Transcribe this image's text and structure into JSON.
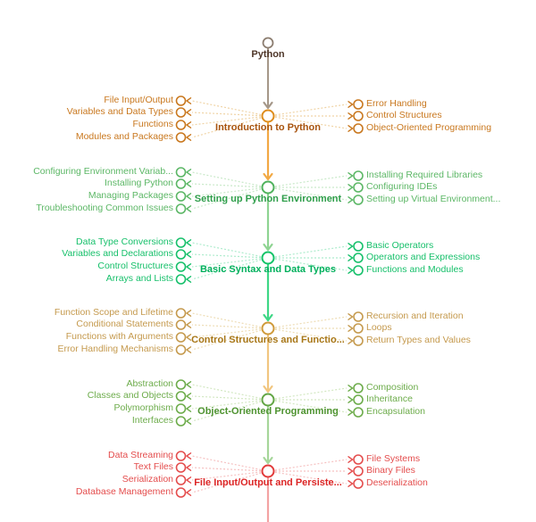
{
  "root": {
    "label": "Python",
    "label_color": "#4f372a",
    "node_color": "#8c7d70",
    "trunk_color": "#a59788"
  },
  "levels": [
    {
      "label": "Introduction to Python",
      "label_color": "#a8540f",
      "item_color": "#c9781f",
      "node_color": "#de8d1c",
      "line_color": "#f0d4a6",
      "trunk_color": "#f2a944",
      "left": [
        "File Input/Output",
        "Variables and Data Types",
        "Functions",
        "Modules and Packages"
      ],
      "right": [
        "Error Handling",
        "Control Structures",
        "Object-Oriented Programming"
      ]
    },
    {
      "label": "Setting up Python Environment",
      "label_color": "#2f9e4b",
      "item_color": "#5cb766",
      "node_color": "#4fb25c",
      "line_color": "#c9e9c9",
      "trunk_color": "#8ed492",
      "left": [
        "Configuring Environment Variab...",
        "Installing Python",
        "Managing Packages",
        "Troubleshooting Common Issues"
      ],
      "right": [
        "Installing Required Libraries",
        "Configuring IDEs",
        "Setting up Virtual Environment..."
      ]
    },
    {
      "label": "Basic Syntax and Data Types",
      "label_color": "#00b05c",
      "item_color": "#17c06b",
      "node_color": "#12c468",
      "line_color": "#aeeccd",
      "trunk_color": "#3ed786",
      "left": [
        "Data Type Conversions",
        "Variables and Declarations",
        "Control Structures",
        "Arrays and Lists"
      ],
      "right": [
        "Basic Operators",
        "Operators and Expressions",
        "Functions and Modules"
      ]
    },
    {
      "label": "Control Structures and Functio...",
      "label_color": "#a87718",
      "item_color": "#c59a4e",
      "node_color": "#cf9a3a",
      "line_color": "#eeddb6",
      "trunk_color": "#f1c680",
      "left": [
        "Function Scope and Lifetime",
        "Conditional Statements",
        "Functions with Arguments",
        "Error Handling Mechanisms"
      ],
      "right": [
        "Recursion and Iteration",
        "Loops",
        "Return Types and Values"
      ]
    },
    {
      "label": "Object-Oriented Programming",
      "label_color": "#4e9330",
      "item_color": "#6dac4b",
      "node_color": "#62a544",
      "line_color": "#d3e8c2",
      "trunk_color": "#a6d69a",
      "left": [
        "Abstraction",
        "Classes and Objects",
        "Polymorphism",
        "Interfaces"
      ],
      "right": [
        "Composition",
        "Inheritance",
        "Encapsulation"
      ]
    },
    {
      "label": "File Input/Output and Persiste...",
      "label_color": "#dc2626",
      "item_color": "#e44d4d",
      "node_color": "#e23b3b",
      "line_color": "#f6c2c2",
      "trunk_color": "#f3a3a3",
      "left": [
        "Data Streaming",
        "Text Files",
        "Serialization",
        "Database Management"
      ],
      "right": [
        "File Systems",
        "Binary Files",
        "Deserialization"
      ]
    }
  ]
}
